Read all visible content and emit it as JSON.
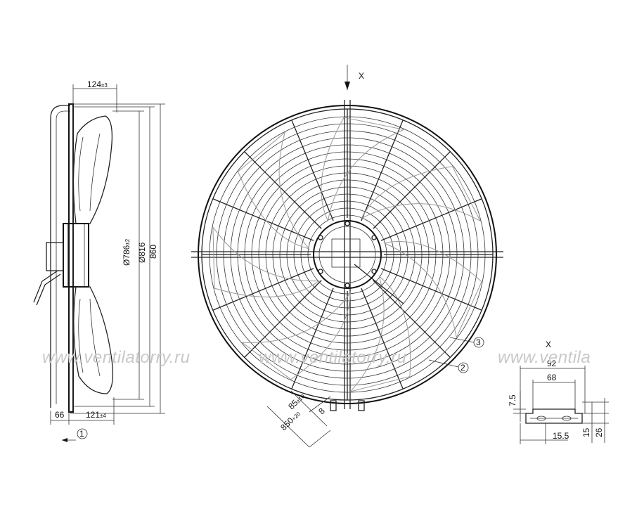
{
  "view_label": "X",
  "detail_label": "X",
  "callouts": [
    "1",
    "2",
    "3"
  ],
  "side_view": {
    "dim_top": {
      "value": "124",
      "tol": "±3"
    },
    "dim_bottom_left": "66",
    "dim_bottom_right": {
      "value": "121",
      "tol": "±4"
    },
    "dim_diam_786": {
      "value": "Ø786",
      "tol": "±2"
    },
    "dim_diam_816": "Ø816",
    "dim_height": "860"
  },
  "front_view": {
    "dim_85": {
      "value": "85",
      "tol": "±10"
    },
    "dim_8": "8",
    "dim_850": {
      "value": "850",
      "tol": "+20"
    }
  },
  "detail_x": {
    "dim_92": "92",
    "dim_68": "68",
    "dim_7_5": "7.5",
    "dim_15_5": "15.5",
    "dim_15": "15",
    "dim_26": "26"
  },
  "watermark": [
    "www.ventilatorry.ru",
    "www.ventilatorry.ru",
    "www.ventila"
  ]
}
